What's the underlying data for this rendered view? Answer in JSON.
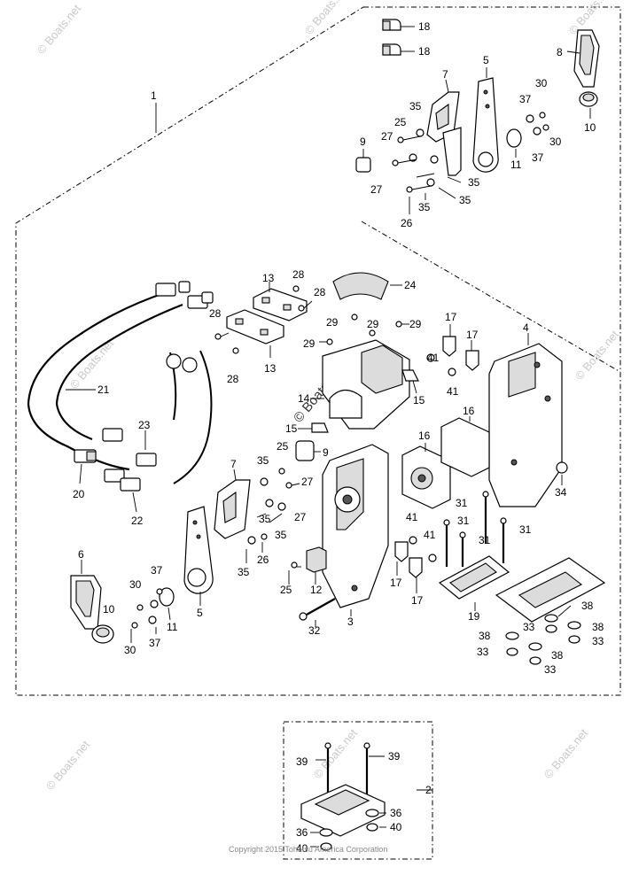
{
  "watermark": {
    "brand": "© Boats.net"
  },
  "copyright": "Copyright 2015 Tohatsu America Corporation",
  "callouts": {
    "c1": "1",
    "c2": "2",
    "c3": "3",
    "c4": "4",
    "c5a": "5",
    "c5b": "5",
    "c6": "6",
    "c7a": "7",
    "c7b": "7",
    "c8": "8",
    "c9a": "9",
    "c9b": "9",
    "c10a": "10",
    "c10b": "10",
    "c11a": "11",
    "c11b": "11",
    "c12": "12",
    "c13a": "13",
    "c13b": "13",
    "c14": "14",
    "c15a": "15",
    "c15b": "15",
    "c16a": "16",
    "c16b": "16",
    "c17a": "17",
    "c17b": "17",
    "c17c": "17",
    "c17d": "17",
    "c18a": "18",
    "c18b": "18",
    "c19": "19",
    "c20": "20",
    "c21": "21",
    "c22": "22",
    "c23": "23",
    "c24": "24",
    "c25a": "25",
    "c25b": "25",
    "c25c": "25",
    "c26a": "26",
    "c26b": "26",
    "c27a": "27",
    "c27b": "27",
    "c27c": "27",
    "c27d": "27",
    "c28a": "28",
    "c28b": "28",
    "c28c": "28",
    "c28d": "28",
    "c29a": "29",
    "c29b": "29",
    "c29c": "29",
    "c29d": "29",
    "c30a": "30",
    "c30b": "30",
    "c30c": "30",
    "c30d": "30",
    "c31a": "31",
    "c31b": "31",
    "c31c": "31",
    "c31d": "31",
    "c32": "32",
    "c33a": "33",
    "c33b": "33",
    "c33c": "33",
    "c33d": "33",
    "c34": "34",
    "c35a": "35",
    "c35b": "35",
    "c35c": "35",
    "c35d": "35",
    "c35e": "35",
    "c35f": "35",
    "c35g": "35",
    "c36a": "36",
    "c36b": "36",
    "c37a": "37",
    "c37b": "37",
    "c37c": "37",
    "c37d": "37",
    "c38a": "38",
    "c38b": "38",
    "c38c": "38",
    "c38d": "38",
    "c39a": "39",
    "c39b": "39",
    "c40a": "40",
    "c40b": "40",
    "c41a": "41",
    "c41b": "41",
    "c41c": "41"
  }
}
